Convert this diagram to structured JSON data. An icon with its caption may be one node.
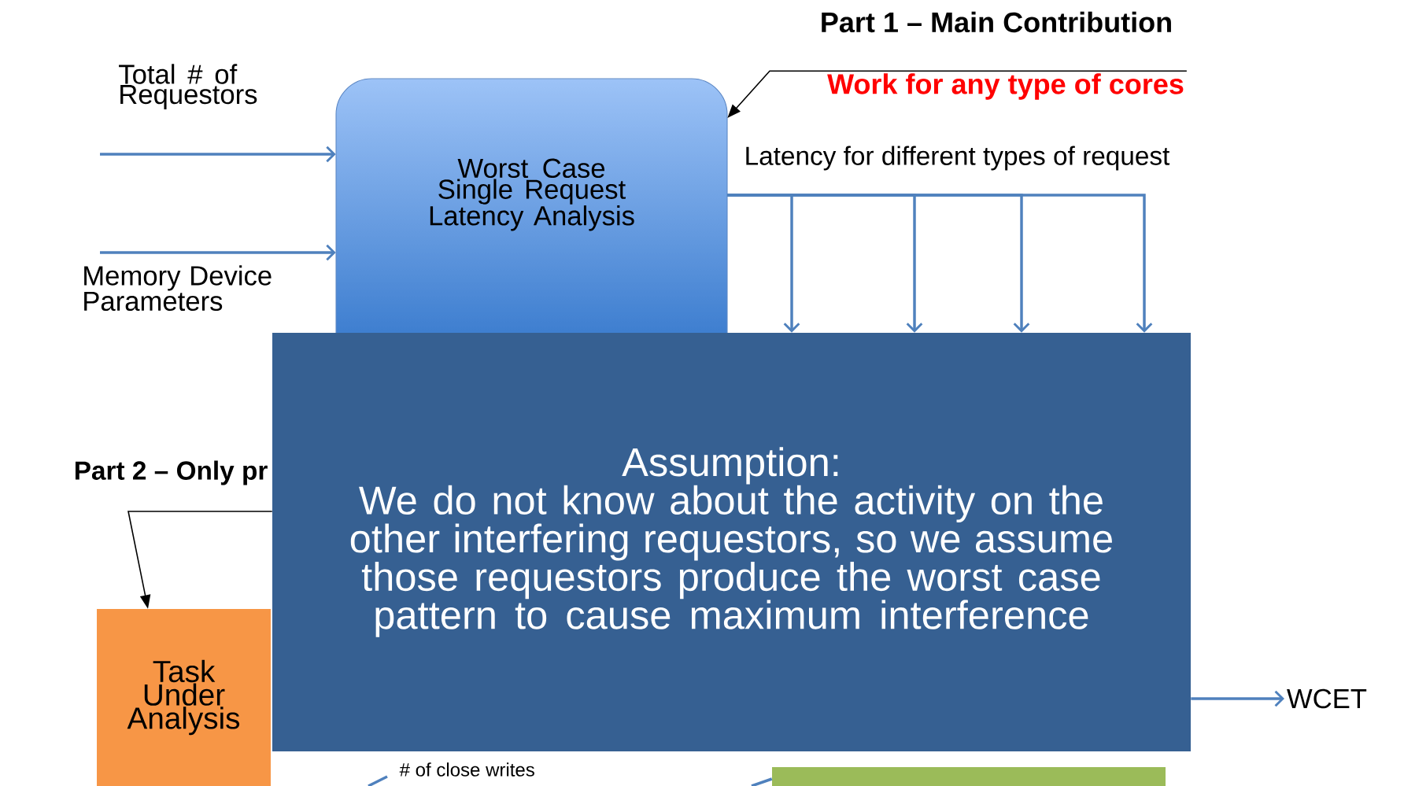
{
  "diagram": {
    "nodes": [
      {
        "text": [
          "Worst Case Single Request Latency Analysis"
        ]
      },
      {
        "text": [
          "Work for any type of cores"
        ]
      },
      {
        "text": [
          "Task Under Analysis"
        ]
      },
      {
        "text": [
          "Assumption:",
          "We do not know about the activity on the other interfering requestors, so we assume those requestors produce the worst case pattern to cause maximum interference"
        ]
      },
      {
        "text": [
          "WCET"
        ]
      },
      {
        "text": [],
        "shape": "box"
      }
    ],
    "edges": [
      {
        "from": null,
        "to": 0,
        "arrow": "to",
        "label": "Total # of Requestors"
      },
      {
        "from": null,
        "to": 0,
        "arrow": "to",
        "label": "Memory Device Parameters"
      },
      {
        "from": 1,
        "to": 0,
        "arrow": "to",
        "color": "#000000"
      },
      {
        "from": 0,
        "to": 3,
        "arrow": "to"
      },
      {
        "from": 0,
        "to": 3,
        "arrow": "to"
      },
      {
        "from": 0,
        "to": 3,
        "arrow": "to"
      },
      {
        "from": 0,
        "to": 3,
        "arrow": "to"
      },
      {
        "from": 3,
        "to": 2,
        "arrow": "to",
        "color": "#000000"
      },
      {
        "from": 3,
        "to": 4,
        "arrow": "to"
      },
      {
        "from": null,
        "to": 5,
        "arrow": "none"
      }
    ],
    "labels": [
      "Part 1 – Main Contribution",
      "Latency for different types of request",
      "Part 2 – Only pr",
      "# of close writes"
    ]
  }
}
